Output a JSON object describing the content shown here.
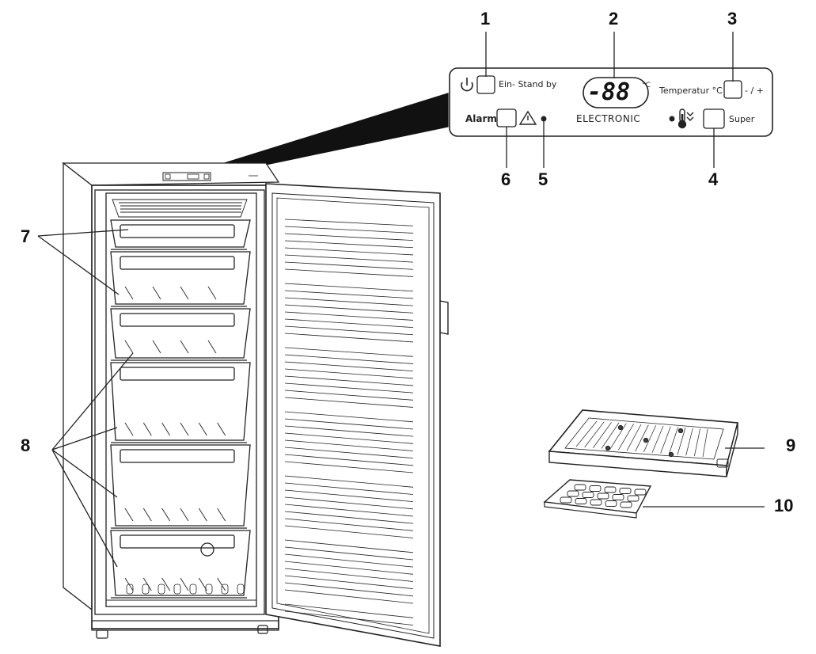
{
  "panel": {
    "standby_label": "Ein- Stand by",
    "display_value": "-88",
    "display_unit": "°C",
    "temp_label": "Temperatur °C",
    "temp_buttons": "- / +",
    "alarm_label": "Alarm",
    "super_label": "Super",
    "brand": "ELECTRONIC"
  },
  "callouts": {
    "c1": "1",
    "c2": "2",
    "c3": "3",
    "c4": "4",
    "c5": "5",
    "c6": "6",
    "c7": "7",
    "c8": "8",
    "c9": "9",
    "c10": "10"
  },
  "icons": [
    "power-icon",
    "warning-icon",
    "thermometer-icon",
    "indicator-led-icon"
  ]
}
